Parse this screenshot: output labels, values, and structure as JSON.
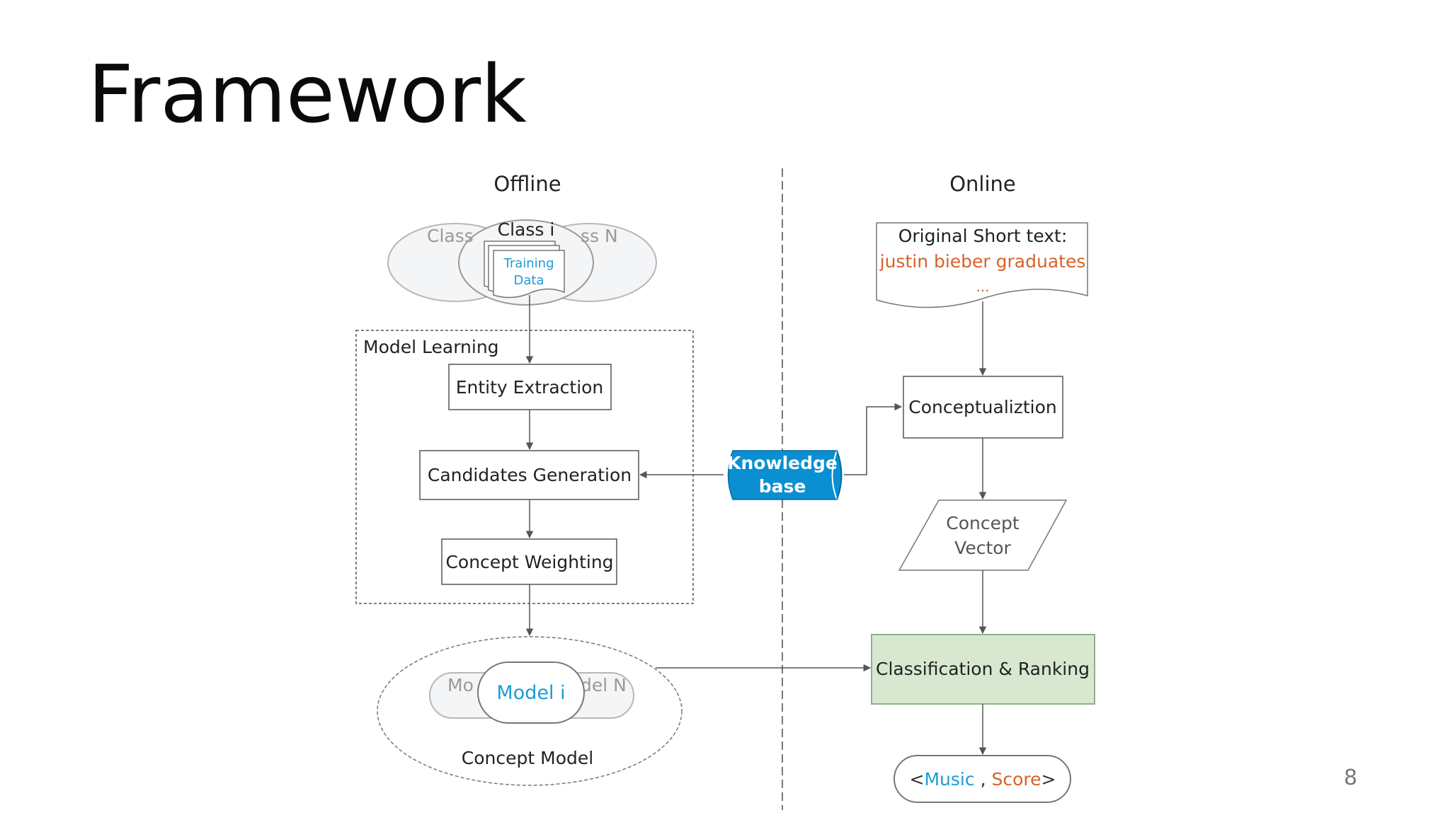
{
  "slide": {
    "title": "Framework",
    "page_number": "8"
  },
  "colors": {
    "blue": "#1e9bd7",
    "orange": "#d8622a",
    "green_fill": "#d8e8d0",
    "green_border": "#8fb08a",
    "kb_fill": "#0a8fd2"
  },
  "offline": {
    "heading": "Offline",
    "classes": {
      "left": "Class",
      "center": "Class i",
      "right": "ss N"
    },
    "training_data": {
      "line1": "Training",
      "line2": "Data"
    },
    "model_learning": {
      "label": "Model Learning",
      "steps": [
        "Entity Extraction",
        "Candidates Generation",
        "Concept Weighting"
      ]
    },
    "concept_model": {
      "label": "Concept Model",
      "left": "Mo",
      "center": "Model i",
      "right": "del N"
    }
  },
  "knowledge_base": {
    "line1": "Knowledge",
    "line2": "base"
  },
  "online": {
    "heading": "Online",
    "short_text": {
      "label": "Original Short text:",
      "example": "justin bieber graduates",
      "ellipsis": "..."
    },
    "conceptualization": "Conceptualiztion",
    "concept_vector": {
      "line1": "Concept",
      "line2": "Vector"
    },
    "classification": "Classification & Ranking",
    "output": {
      "open": "<",
      "music": "Music",
      "comma": " , ",
      "score": "Score",
      "close": ">"
    }
  }
}
